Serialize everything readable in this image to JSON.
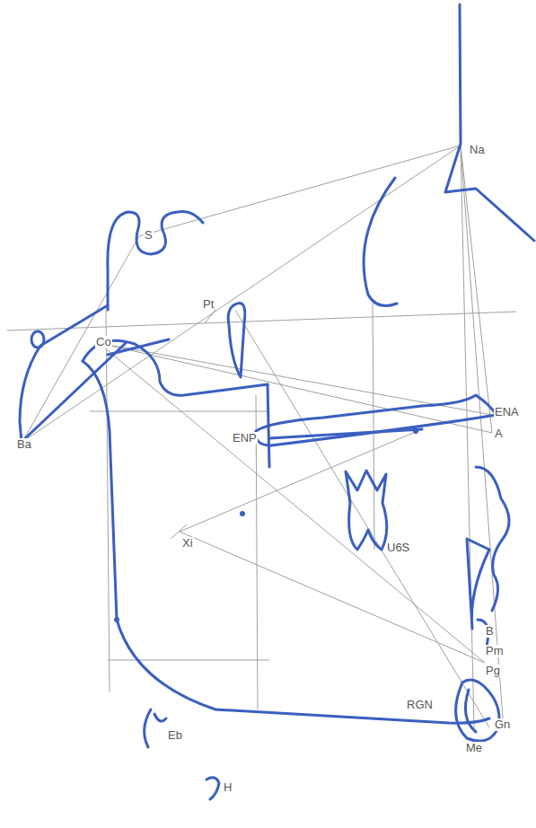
{
  "diagram": {
    "labels": [
      "Na",
      "S",
      "Pt",
      "Co",
      "Ba",
      "ENP",
      "ENA",
      "A",
      "Xi",
      "U6S",
      "B",
      "Pm",
      "Pg",
      "RGN",
      "Gn",
      "Me",
      "Eb",
      "H"
    ]
  }
}
